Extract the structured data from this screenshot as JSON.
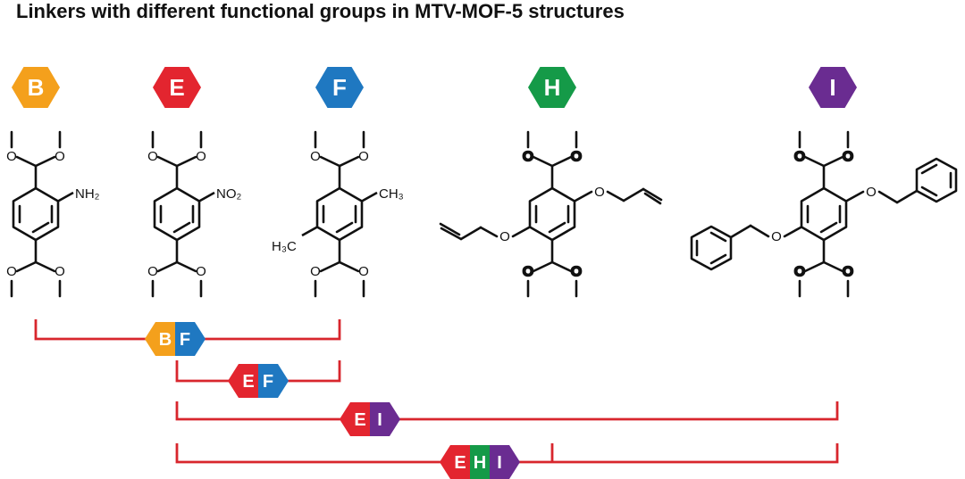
{
  "title": "Linkers with different functional groups in MTV-MOF-5 structures",
  "colors": {
    "B": "#f4a01c",
    "E": "#e3252f",
    "F": "#1f78c1",
    "H": "#159a48",
    "I": "#6a2c91",
    "bracket": "#d8262d"
  },
  "linkers": [
    {
      "key": "B",
      "label": "B",
      "substituent": "NH₂"
    },
    {
      "key": "E",
      "label": "E",
      "substituent": "NO₂"
    },
    {
      "key": "F",
      "label": "F",
      "substituent_top": "CH₃",
      "substituent_bottom": "H₃C"
    },
    {
      "key": "H",
      "label": "H"
    },
    {
      "key": "I",
      "label": "I"
    }
  ],
  "combinations": [
    {
      "labels": [
        "B",
        "F"
      ]
    },
    {
      "labels": [
        "E",
        "F"
      ]
    },
    {
      "labels": [
        "E",
        "I"
      ]
    },
    {
      "labels": [
        "E",
        "H",
        "I"
      ]
    }
  ]
}
